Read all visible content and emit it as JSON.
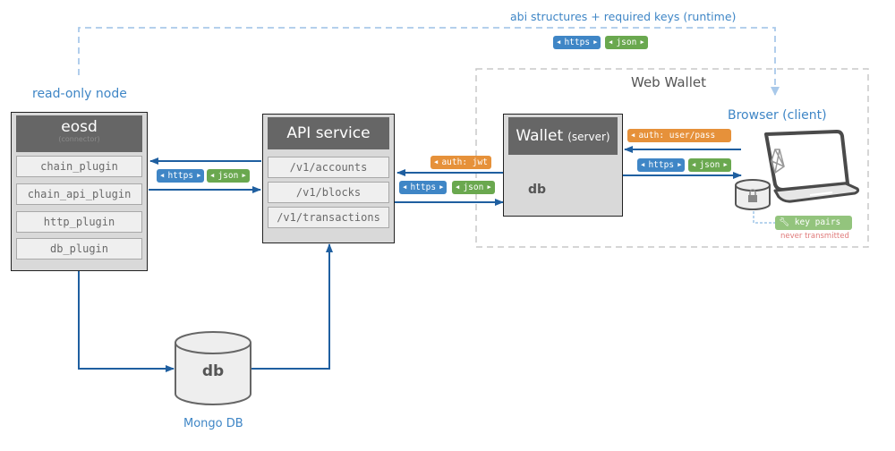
{
  "top_link": {
    "label": "abi structures + required keys (runtime)",
    "tags": [
      {
        "text": "https",
        "kind": "https"
      },
      {
        "text": "json",
        "kind": "json"
      }
    ]
  },
  "read_only_node": {
    "label": "read-only node",
    "eosd": {
      "title": "eosd",
      "subtitle": "(connector)",
      "plugins": [
        "chain_plugin",
        "chain_api_plugin",
        "http_plugin",
        "db_plugin"
      ]
    }
  },
  "eosd_api_link": {
    "tags": [
      {
        "text": "https"
      },
      {
        "text": "json"
      }
    ]
  },
  "api_service": {
    "title": "API service",
    "endpoints": [
      "/v1/accounts",
      "/v1/blocks",
      "/v1/transactions"
    ]
  },
  "api_wallet_link": {
    "auth": "auth: jwt",
    "tags": [
      {
        "text": "https"
      },
      {
        "text": "json"
      }
    ]
  },
  "web_wallet": {
    "title": "Web Wallet",
    "wallet_server": {
      "title": "Wallet",
      "suffix": "(server)",
      "db_label": "db"
    },
    "wallet_browser_link": {
      "auth": "auth: user/pass",
      "tags": [
        {
          "text": "https"
        },
        {
          "text": "json"
        }
      ]
    },
    "browser": {
      "label": "Browser (client)",
      "key_pairs": "key pairs",
      "note": "never transmitted"
    }
  },
  "mongo": {
    "db_label": "db",
    "label": "Mongo DB"
  },
  "colors": {
    "arrow": "#1f5fa0",
    "dashed_link": "#a9c9ea",
    "https_tag": "#3f86c6",
    "json_tag": "#6aa84f",
    "auth_tag": "#e6913a",
    "key_tag": "#93c47d",
    "note": "#e07a7a",
    "box_header": "#666666"
  }
}
